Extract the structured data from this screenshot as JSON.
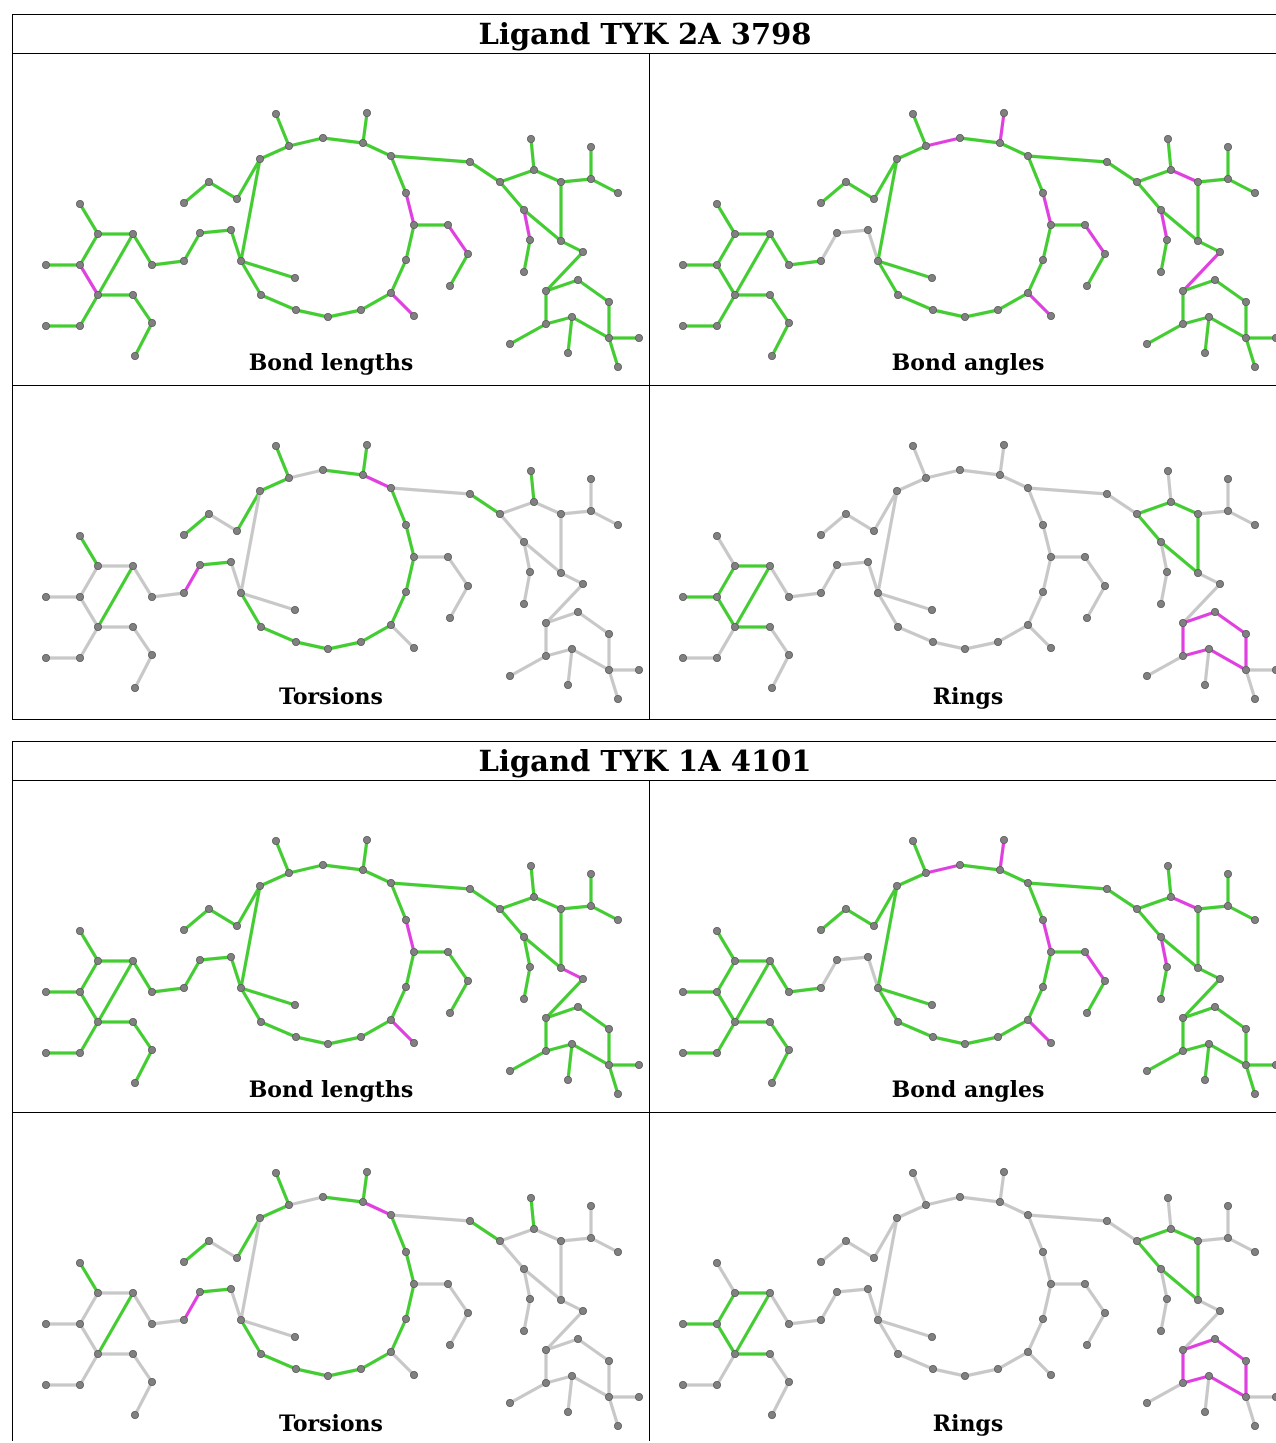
{
  "blocks": [
    {
      "title": "Ligand TYK 2A 3798",
      "panels": [
        {
          "caption": "Bond lengths",
          "magenta_bonds": [
            [
              5,
              6
            ],
            [
              7,
              13
            ],
            [
              20,
              21
            ],
            [
              23,
              24
            ],
            [
              6,
              26
            ],
            [
              36,
              37
            ],
            [
              13,
              23
            ],
            [
              47,
              49
            ],
            [
              46,
              48
            ]
          ],
          "green_bonds": "all"
        },
        {
          "caption": "Bond angles",
          "magenta_bonds": [
            [
              0,
              5
            ],
            [
              2,
              7
            ],
            [
              6,
              9
            ],
            [
              8,
              9
            ],
            [
              3,
              10
            ],
            [
              13,
              23
            ],
            [
              20,
              21
            ],
            [
              23,
              24
            ],
            [
              26,
              27
            ],
            [
              28,
              29
            ],
            [
              29,
              36
            ],
            [
              36,
              37
            ],
            [
              41,
              43
            ],
            [
              42,
              44
            ],
            [
              38,
              40
            ],
            [
              46,
              48
            ],
            [
              47,
              49
            ],
            [
              48,
              50
            ],
            [
              50,
              51
            ],
            [
              49,
              52
            ],
            [
              51,
              52
            ],
            [
              51,
              53
            ]
          ],
          "gray_bonds": [
            [
              11,
              12
            ],
            [
              12,
              13
            ],
            [
              13,
              14
            ],
            [
              14,
              15
            ]
          ],
          "green_bonds": "rest"
        },
        {
          "caption": "Torsions",
          "magenta_bonds": [
            [
              12,
              13
            ],
            [
              25,
              26
            ]
          ],
          "green_bonds": [
            [
              3,
              5
            ],
            [
              13,
              14
            ],
            [
              15,
              16
            ],
            [
              16,
              17
            ],
            [
              17,
              18
            ],
            [
              18,
              19
            ],
            [
              19,
              20
            ],
            [
              20,
              22
            ],
            [
              22,
              23
            ],
            [
              23,
              24
            ],
            [
              24,
              25
            ],
            [
              26,
              27
            ],
            [
              26,
              28
            ],
            [
              29,
              30
            ],
            [
              29,
              31
            ],
            [
              31,
              32
            ],
            [
              31,
              33
            ],
            [
              33,
              34
            ],
            [
              34,
              35
            ],
            [
              39,
              40
            ],
            [
              41,
              42
            ],
            [
              43,
              45
            ],
            [
              45,
              46
            ],
            [
              1,
              2
            ],
            [
              3,
              4
            ]
          ],
          "gray_bonds": "rest"
        },
        {
          "caption": "Rings",
          "green_rings": [
            0,
            2
          ],
          "magenta_rings": [
            3
          ],
          "gray_bonds": "rest"
        }
      ]
    },
    {
      "title": "Ligand TYK 1A 4101",
      "panels": [
        {
          "caption": "Bond lengths",
          "magenta_bonds": [
            [
              13,
              23
            ],
            [
              20,
              21
            ],
            [
              23,
              24
            ],
            [
              6,
              26
            ],
            [
              48,
              51
            ]
          ],
          "green_bonds": "all"
        },
        {
          "caption": "Bond angles",
          "magenta_bonds": [
            [
              0,
              5
            ],
            [
              2,
              7
            ],
            [
              6,
              9
            ],
            [
              8,
              9
            ],
            [
              3,
              10
            ],
            [
              10,
              11
            ],
            [
              13,
              23
            ],
            [
              20,
              21
            ],
            [
              23,
              24
            ],
            [
              26,
              27
            ],
            [
              28,
              29
            ],
            [
              29,
              36
            ],
            [
              36,
              37
            ],
            [
              41,
              43
            ],
            [
              42,
              44
            ],
            [
              38,
              40
            ],
            [
              46,
              48
            ],
            [
              47,
              49
            ],
            [
              48,
              50
            ],
            [
              50,
              51
            ],
            [
              49,
              52
            ]
          ],
          "gray_bonds": [
            [
              11,
              12
            ],
            [
              12,
              13
            ],
            [
              13,
              14
            ],
            [
              14,
              15
            ]
          ],
          "green_bonds": "rest"
        },
        {
          "caption": "Torsions",
          "magenta_bonds": [
            [
              12,
              13
            ],
            [
              25,
              26
            ]
          ],
          "green_bonds": [
            [
              3,
              5
            ],
            [
              13,
              14
            ],
            [
              15,
              16
            ],
            [
              16,
              17
            ],
            [
              17,
              18
            ],
            [
              18,
              19
            ],
            [
              19,
              20
            ],
            [
              20,
              22
            ],
            [
              22,
              23
            ],
            [
              23,
              24
            ],
            [
              24,
              25
            ],
            [
              26,
              27
            ],
            [
              26,
              28
            ],
            [
              29,
              30
            ],
            [
              29,
              31
            ],
            [
              31,
              32
            ],
            [
              31,
              33
            ],
            [
              33,
              34
            ],
            [
              34,
              35
            ],
            [
              39,
              40
            ],
            [
              41,
              42
            ],
            [
              43,
              45
            ],
            [
              45,
              46
            ],
            [
              1,
              2
            ],
            [
              3,
              4
            ]
          ],
          "gray_bonds": "rest"
        },
        {
          "caption": "Rings",
          "green_rings": [
            0,
            2
          ],
          "magenta_rings": [
            3
          ],
          "gray_bonds": "rest"
        }
      ]
    }
  ],
  "colors": {
    "green": "#44cc33",
    "magenta": "#e040e0",
    "gray": "#c8c8c8",
    "atom": "#808080"
  }
}
